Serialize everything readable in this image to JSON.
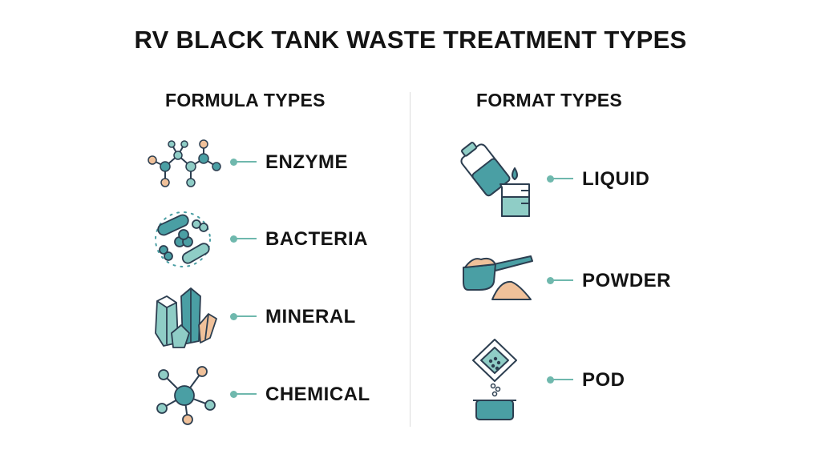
{
  "title": "RV BLACK TANK WASTE TREATMENT TYPES",
  "formula": {
    "heading": "FORMULA TYPES",
    "items": [
      {
        "label": "ENZYME",
        "icon": "enzyme-molecule-icon"
      },
      {
        "label": "BACTERIA",
        "icon": "bacteria-icon"
      },
      {
        "label": "MINERAL",
        "icon": "mineral-crystal-icon"
      },
      {
        "label": "CHEMICAL",
        "icon": "chemical-molecule-icon"
      }
    ]
  },
  "format": {
    "heading": "FORMAT TYPES",
    "items": [
      {
        "label": "LIQUID",
        "icon": "liquid-bottle-beaker-icon"
      },
      {
        "label": "POWDER",
        "icon": "powder-scoop-icon"
      },
      {
        "label": "POD",
        "icon": "pod-packet-icon"
      }
    ]
  },
  "colors": {
    "teal": "#4a9fa4",
    "light_teal": "#8fcdc6",
    "outline": "#2c3e50",
    "peach": "#f0c19a",
    "connector": "#6fb8ad"
  }
}
